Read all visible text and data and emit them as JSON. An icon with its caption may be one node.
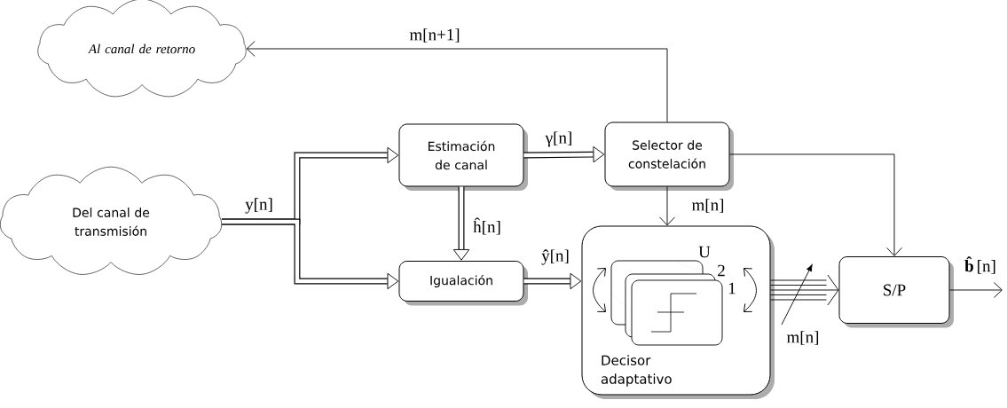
{
  "diagram": {
    "nodes": [
      {
        "text": [
          "Al canal de retorno"
        ]
      },
      {
        "text": [
          "Del canal de transmisión"
        ]
      },
      {
        "text": [
          "Estimación de canal"
        ]
      },
      {
        "text": [
          "Selector de constelación"
        ]
      },
      {
        "text": [
          "Igualación"
        ]
      },
      {
        "text": [
          "Decisor adaptativo"
        ]
      },
      {
        "text": [
          "S/P"
        ]
      }
    ],
    "edges": [
      {
        "from": 1,
        "to": 2,
        "arrow": "to",
        "label": "y[n]",
        "style": "thick"
      },
      {
        "from": 1,
        "to": 4,
        "arrow": "to",
        "style": "thick"
      },
      {
        "from": 2,
        "to": 3,
        "arrow": "to",
        "label": "γ[n]",
        "style": "thick"
      },
      {
        "from": 2,
        "to": 4,
        "arrow": "to",
        "label": "ĥ[n]",
        "style": "thick"
      },
      {
        "from": 4,
        "to": 5,
        "arrow": "to",
        "label": "ŷ[n]",
        "style": "thick"
      },
      {
        "from": 3,
        "to": 0,
        "arrow": "to",
        "label": "m[n+1]"
      },
      {
        "from": 3,
        "to": 5,
        "arrow": "to",
        "label": "m[n]"
      },
      {
        "from": 3,
        "to": 6,
        "arrow": "to"
      },
      {
        "from": 5,
        "to": 6,
        "arrow": "to",
        "label": "m[n]"
      },
      {
        "from": 6,
        "to": null,
        "arrow": "to",
        "label": "**b̂**[n]"
      }
    ],
    "labels": [
      "U",
      "2",
      "1"
    ]
  }
}
